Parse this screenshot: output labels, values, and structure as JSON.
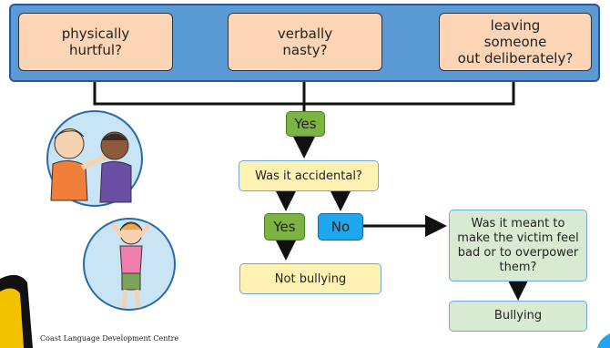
{
  "questions": [
    {
      "text": "physically\nhurtful?"
    },
    {
      "text": "verbally\nnasty?"
    },
    {
      "text": "leaving\nsomeone\nout deliberately?"
    }
  ],
  "yes_top": "Yes",
  "accidental_question": "Was it accidental?",
  "yes_bottom": "Yes",
  "no_label": "No",
  "not_bullying": "Not bullying",
  "meant_question": "Was it meant to\nmake the victim feel\nbad or to overpower\nthem?",
  "bullying": "Bullying",
  "credit": "Coast Language Development Centre",
  "colors": {
    "banner": "#5b9bd5",
    "question_box": "#fbd5b5",
    "yes_button": "#7cb342",
    "no_button": "#1ea7ec",
    "decision_box": "#fff2b3",
    "outcome_box": "#d9ead3"
  }
}
